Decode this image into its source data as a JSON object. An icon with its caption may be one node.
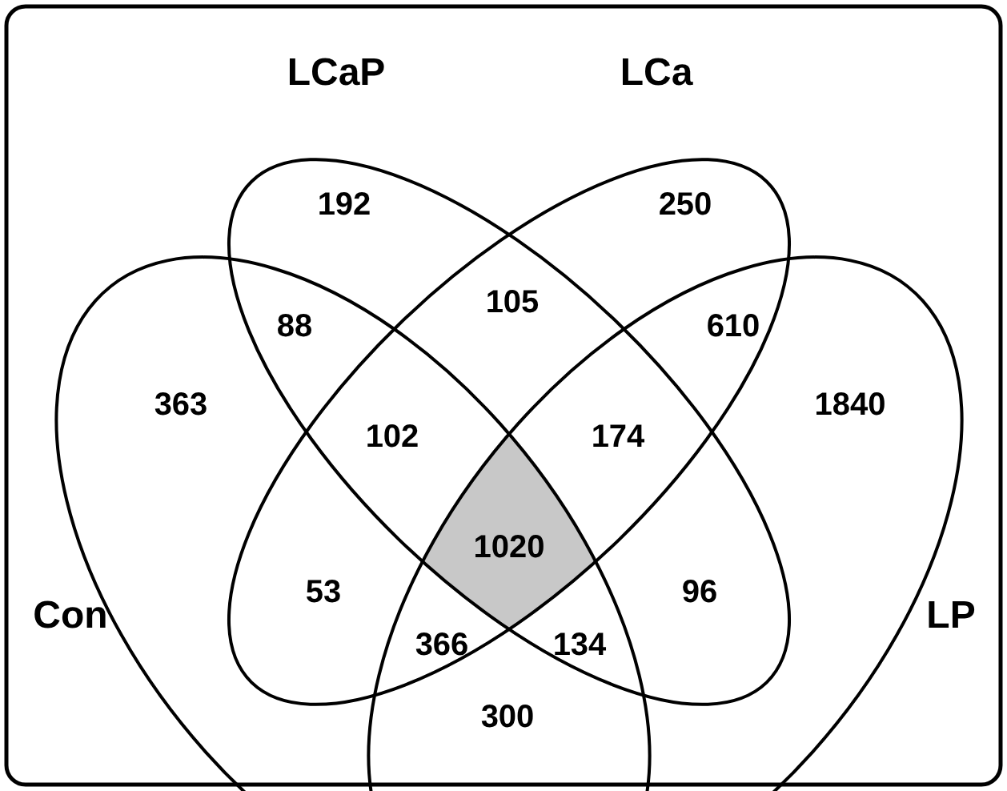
{
  "diagram": {
    "nodes": [
      {
        "text": [
          "LCaP"
        ]
      },
      {
        "text": [
          "LCa"
        ]
      },
      {
        "text": [
          "Con"
        ]
      },
      {
        "text": [
          "LP"
        ]
      }
    ],
    "labels": [
      "192",
      "250",
      "105",
      "88",
      "610",
      "363",
      "102",
      "174",
      "1840",
      "1020",
      "53",
      "96",
      "366",
      "134",
      "300"
    ]
  }
}
